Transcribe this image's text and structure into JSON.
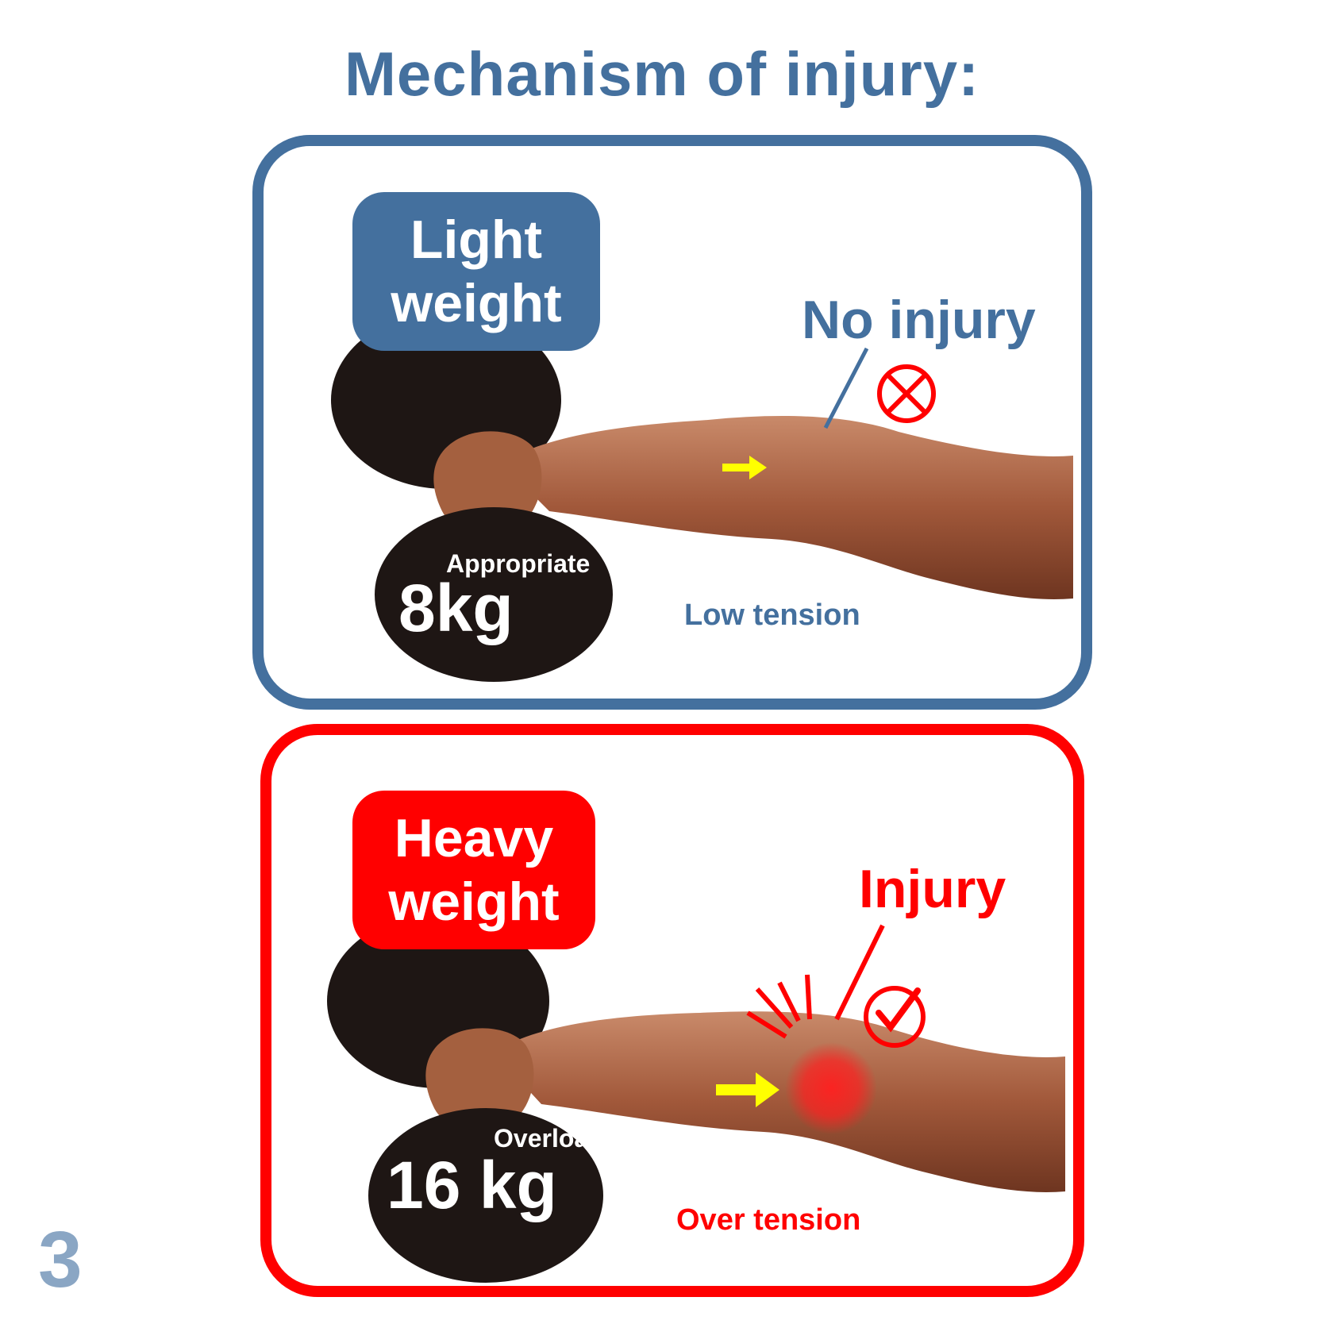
{
  "title": "Mechanism of injury:",
  "page_number": "3",
  "colors": {
    "blue": "#44709e",
    "red": "#ff0000",
    "arrow": "#ffff00"
  },
  "panels": {
    "light": {
      "badge_line1": "Light",
      "badge_line2": "weight",
      "result": "No injury",
      "result_icon": "cross-circle-icon",
      "tension": "Low tension",
      "weight_desc": "Appropriate",
      "weight_value": "8kg"
    },
    "heavy": {
      "badge_line1": "Heavy",
      "badge_line2": "weight",
      "result": "Injury",
      "result_icon": "check-circle-icon",
      "tension": "Over tension",
      "weight_desc": "Overload",
      "weight_value": "16 kg"
    }
  }
}
